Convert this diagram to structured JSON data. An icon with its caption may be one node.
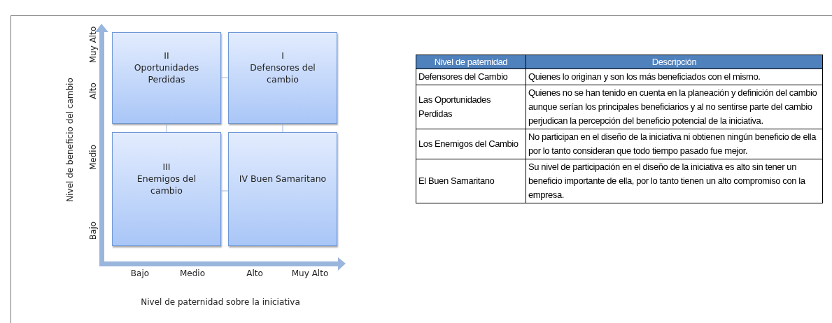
{
  "diagram": {
    "nodes": [
      {
        "text": [
          "II",
          "Oportunidades Perdidas"
        ]
      },
      {
        "text": [
          "I",
          "Defensores del cambio"
        ]
      },
      {
        "text": [
          "III",
          "Enemigos del cambio"
        ]
      },
      {
        "text": [
          "IV Buen Samaritano"
        ]
      }
    ],
    "edges": [],
    "labels": [
      "Nivel de beneficio del cambio",
      "Muy Alto",
      "Alto",
      "Medio",
      "Bajo",
      "Bajo",
      "Medio",
      "Alto",
      "Muy Alto",
      "Nivel de paternidad sobre la iniciativa",
      "Nivel de paternidad",
      "Descripción",
      "Defensores del Cambio",
      "Quienes lo originan y son los más beneficiados con el mismo.",
      "Las Oportunidades Perdidas",
      "Quienes no se han tenido en cuenta en la planeación y definición del cambio aunque serían los principales beneficiarios y al no sentirse parte del cambio perjudican la percepción del beneficio potencial de la iniciativa.",
      "Los Enemigos del Cambio",
      "No participan en el diseño de la iniciativa ni obtienen ningún beneficio de ella por lo tanto consideran que todo tiempo pasado fue mejor.",
      "El Buen Samaritano",
      "Su nivel de participación en el diseño de la iniciativa es alto sin tener un beneficio importante de ella, por lo tanto tienen un alto compromiso con la empresa."
    ]
  }
}
